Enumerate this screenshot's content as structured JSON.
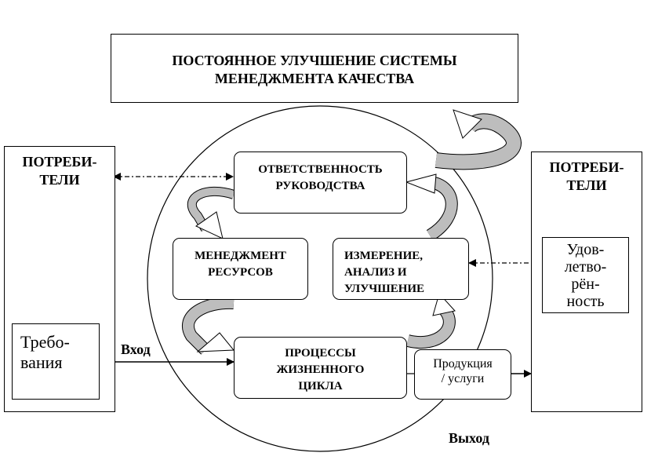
{
  "title": {
    "line1": "ПОСТОЯННОЕ УЛУЧШЕНИЕ СИСТЕМЫ",
    "line2": "МЕНЕДЖМЕНТА КАЧЕСТВА"
  },
  "customers_left": {
    "line1": "ПОТРЕБИ-",
    "line2": "ТЕЛИ"
  },
  "requirements": {
    "line1": "Требо-",
    "line2": "вания"
  },
  "customers_right": {
    "line1": "ПОТРЕБИ-",
    "line2": "ТЕЛИ"
  },
  "satisfaction": {
    "line1": "Удов-",
    "line2": "летво-",
    "line3": "рён-",
    "line4": "ность"
  },
  "management_responsibility": {
    "line1": "ОТВЕТСТВЕННОСТЬ",
    "line2": "РУКОВОДСТВА"
  },
  "resource_management": {
    "line1": "МЕНЕДЖМЕНТ",
    "line2": "РЕСУРСОВ"
  },
  "measurement": {
    "line1": "ИЗМЕРЕНИЕ,",
    "line2": "АНАЛИЗ И",
    "line3": "УЛУЧШЕНИЕ"
  },
  "life_cycle": {
    "line1": "ПРОЦЕССЫ",
    "line2": "ЖИЗНЕННОГО",
    "line3": "ЦИКЛА"
  },
  "product": {
    "line1": "Продукция",
    "line2": "/ услуги"
  },
  "input_label": "Вход",
  "output_label": "Выход",
  "colors": {
    "arrow_fill": "#bdbdbd",
    "line": "#000000",
    "background": "#ffffff"
  }
}
